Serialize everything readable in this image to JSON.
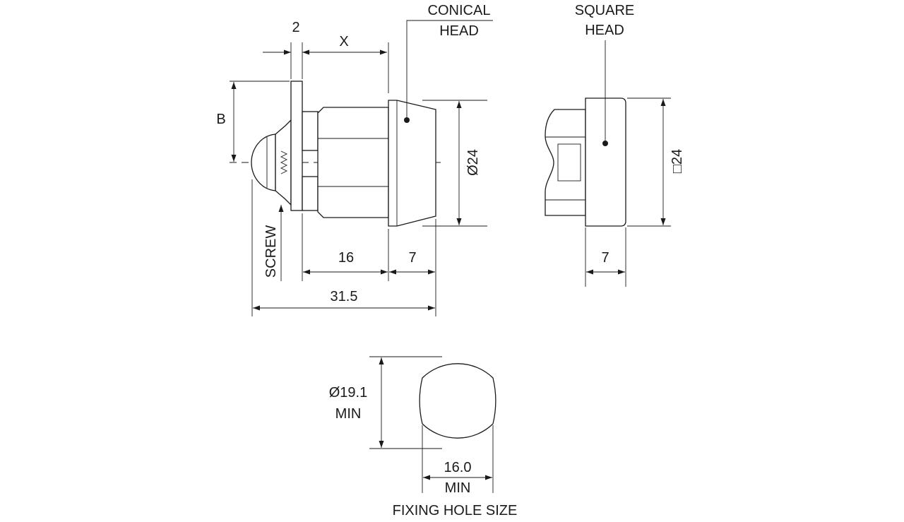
{
  "labels": {
    "conical_head_line1": "CONICAL",
    "conical_head_line2": "HEAD",
    "square_head_line1": "SQUARE",
    "square_head_line2": "HEAD",
    "dim_flange": "2",
    "dim_x": "X",
    "dim_b": "B",
    "dim_diameter": "Ø24",
    "dim_square": "□24",
    "screw": "SCREW",
    "dim_body_length": "16",
    "dim_head_length": "7",
    "dim_overall_length": "31.5",
    "dim_square_head_length": "7",
    "hole_diameter_line1": "Ø19.1",
    "hole_diameter_line2": "MIN",
    "hole_width_line1": "16.0",
    "hole_width_line2": "MIN",
    "fixing_hole_title": "FIXING HOLE SIZE"
  }
}
